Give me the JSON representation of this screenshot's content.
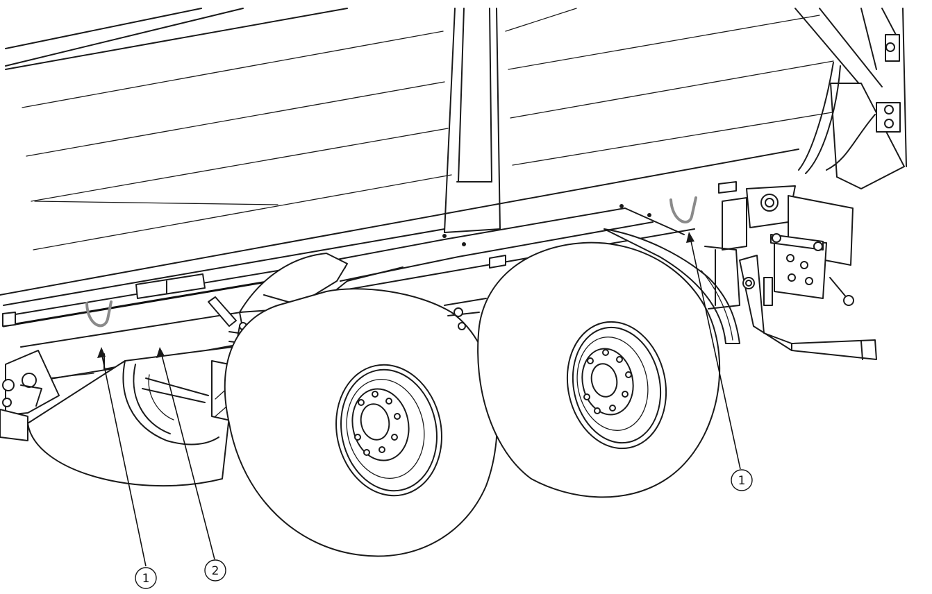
{
  "callouts": [
    {
      "id": "c1a",
      "label": "1"
    },
    {
      "id": "c2",
      "label": "2"
    },
    {
      "id": "c1b",
      "label": "1"
    }
  ],
  "colors": {
    "line": "#1a1a1a",
    "hook": "#8a8a8a",
    "background": "#ffffff"
  }
}
